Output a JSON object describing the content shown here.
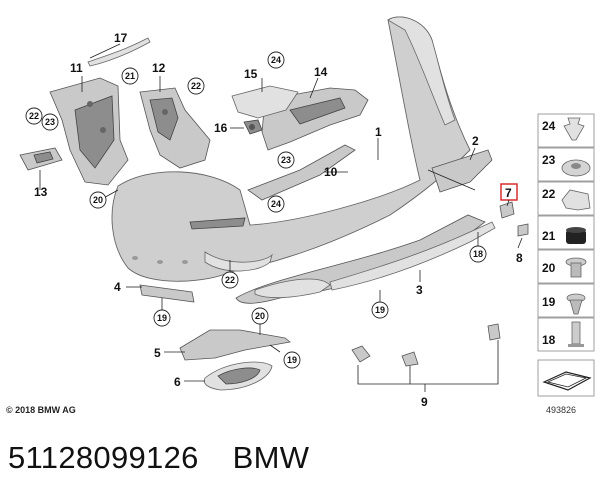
{
  "callouts": {
    "p1": "1",
    "p2": "2",
    "p3": "3",
    "p4": "4",
    "p5": "5",
    "p6": "6",
    "p7": "7",
    "p8": "8",
    "p9": "9",
    "p10": "10",
    "p11": "11",
    "p12": "12",
    "p13": "13",
    "p14": "14",
    "p15": "15",
    "p16": "16",
    "p17": "17",
    "c18": "18",
    "c19": "19",
    "c20": "20",
    "c21": "21",
    "c22": "22",
    "c23": "23",
    "c24": "24"
  },
  "side_panel": [
    "24",
    "23",
    "22",
    "21",
    "20",
    "19",
    "18"
  ],
  "footer": {
    "copyright": "© 2018 BMW AG",
    "diagram_number": "493826"
  },
  "caption": {
    "part_number": "51128099126",
    "brand": "BMW"
  },
  "colors": {
    "highlight": "#d21f1f",
    "part_fill": "#c9c9c9"
  }
}
